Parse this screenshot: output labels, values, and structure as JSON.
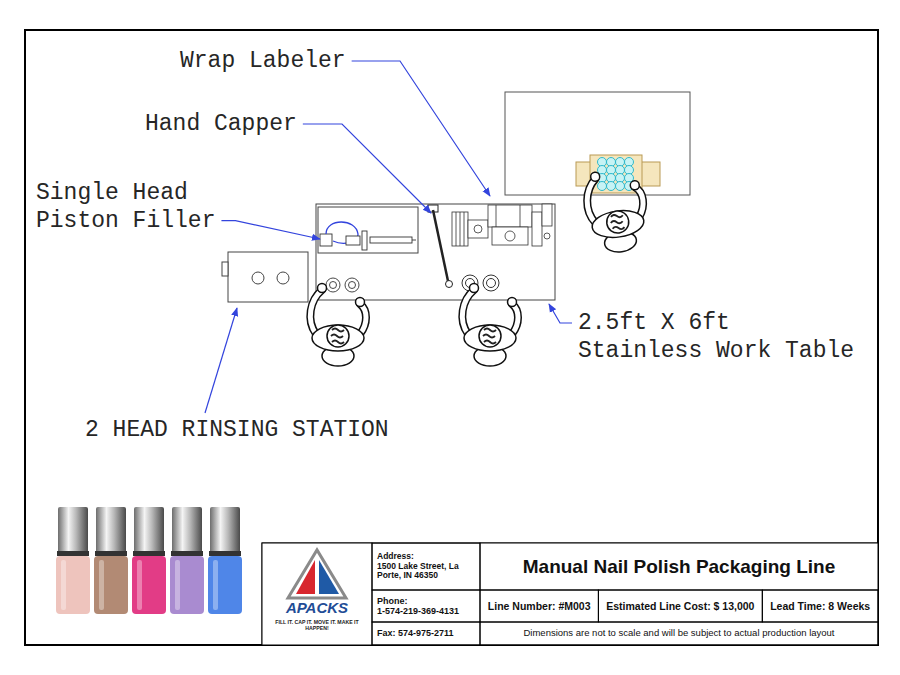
{
  "diagram": {
    "title": "Manual Nail Polish Packaging Line",
    "nodes": [
      {
        "text": [
          "Address:",
          "1500 Lake Street, La Porte, IN 46350"
        ]
      },
      {
        "text": [
          "Phone:",
          "1-574-219-369-4131"
        ]
      },
      {
        "text": [
          "Fax: 574-975-2711"
        ]
      },
      {
        "text": [
          "Line Number: #M003"
        ]
      },
      {
        "text": [
          "Estimated Line Cost: $ 13,000"
        ]
      },
      {
        "text": [
          "Lead Time: 8 Weeks"
        ]
      },
      {
        "text": [
          "Dimensions are not to scale and will be subject to actual production layout"
        ]
      }
    ],
    "labels": [
      "Wrap Labeler",
      "Hand Capper",
      "Single Head Piston Filler",
      "2 HEAD RINSING STATION",
      "2.5ft X 6ft Stainless Work Table",
      "APACKS",
      "FILL IT. CAP IT. MOVE IT. MAKE IT HAPPEN!"
    ]
  }
}
